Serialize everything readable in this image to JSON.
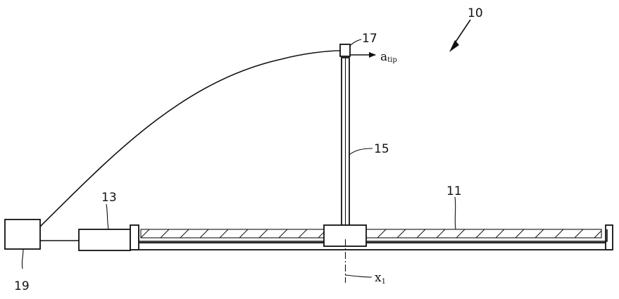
{
  "labels": {
    "device": "10",
    "rail": "11",
    "actuator": "13",
    "rod": "15",
    "sensor": "17",
    "controller": "19",
    "accel_symbol": "a",
    "accel_sub": "tip",
    "position_symbol": "x",
    "position_sub": "1"
  }
}
